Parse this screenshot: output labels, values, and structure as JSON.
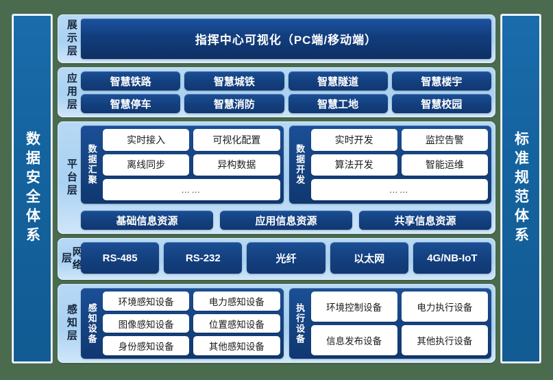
{
  "left_bar": {
    "label": "数据安全体系"
  },
  "right_bar": {
    "label": "标准规范体系"
  },
  "colors": {
    "page_background": "#4a6b4e",
    "bar_blue": "#14639f",
    "layer_panel_blue": "#aed4f3",
    "dark_box_blue": "#14407f",
    "chip_white": "#ffffff"
  },
  "layers": {
    "display": {
      "label": "展示层",
      "banner": "指挥中心可视化（PC端/移动端）"
    },
    "application": {
      "label": "应用层",
      "rows": [
        [
          "智慧铁路",
          "智慧城铁",
          "智慧隧道",
          "智慧楼宇"
        ],
        [
          "智慧停车",
          "智慧消防",
          "智慧工地",
          "智慧校园"
        ]
      ]
    },
    "platform": {
      "label": "平台层",
      "groups": [
        {
          "label": "数据汇聚",
          "rows": [
            [
              "实时接入",
              "可视化配置"
            ],
            [
              "离线同步",
              "异构数据"
            ]
          ],
          "ellipsis": "……"
        },
        {
          "label": "数据开发",
          "rows": [
            [
              "实时开发",
              "监控告警"
            ],
            [
              "算法开发",
              "智能运维"
            ]
          ],
          "ellipsis": "……"
        }
      ],
      "resources": [
        "基础信息资源",
        "应用信息资源",
        "共享信息资源"
      ]
    },
    "network": {
      "label": "网络层",
      "items": [
        "RS-485",
        "RS-232",
        "光纤",
        "以太网",
        "4G/NB-IoT"
      ]
    },
    "perception": {
      "label": "感知层",
      "groups": [
        {
          "label": "感知设备",
          "rows": [
            [
              "环境感知设备",
              "电力感知设备"
            ],
            [
              "图像感知设备",
              "位置感知设备"
            ],
            [
              "身份感知设备",
              "其他感知设备"
            ]
          ]
        },
        {
          "label": "执行设备",
          "rows": [
            [
              "环境控制设备",
              "电力执行设备"
            ],
            [
              "信息发布设备",
              "其他执行设备"
            ]
          ]
        }
      ]
    }
  }
}
